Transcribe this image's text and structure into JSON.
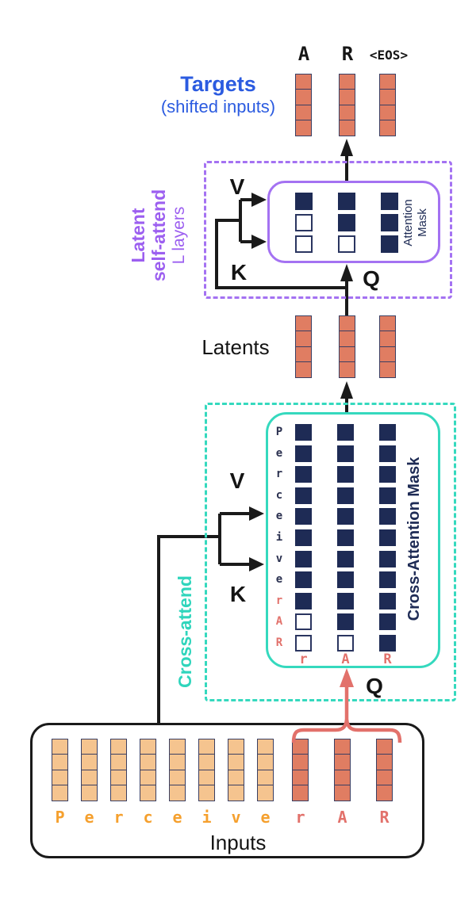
{
  "colors": {
    "blue_text": "#2B5BE0",
    "purple": "#A472F2",
    "purple_text": "#9C5FF0",
    "teal": "#35D9BE",
    "navy_mask": "#1E2B55",
    "salmon_token": "#E07D62",
    "peach_token": "#F5C48F",
    "red_accent": "#E2716B",
    "orange_letters": "#F5A02E",
    "black": "#1A1A1A"
  },
  "targets": {
    "title": "Targets",
    "subtitle": "(shifted inputs)",
    "token_labels": [
      "A",
      "R",
      "<EOS>"
    ],
    "num_token_columns": 3,
    "cells_per_token": 4
  },
  "latent_block": {
    "side_label_line1": "Latent",
    "side_label_line2": "self-attend",
    "side_label_line3": "L layers",
    "v_label": "V",
    "k_label": "K",
    "q_label": "Q",
    "mask_label_line1": "Attention",
    "mask_label_line2": "Mask",
    "mask_rows": [
      [
        1,
        1,
        1
      ],
      [
        0,
        1,
        1
      ],
      [
        0,
        0,
        1
      ]
    ]
  },
  "latents": {
    "label": "Latents",
    "num_token_columns": 3,
    "cells_per_token": 4
  },
  "cross_block": {
    "side_label": "Cross-attend",
    "v_label": "V",
    "k_label": "K",
    "q_label": "Q",
    "mask_label": "Cross-Attention Mask",
    "row_labels": [
      "P",
      "e",
      "r",
      "c",
      "e",
      "i",
      "v",
      "e",
      "r",
      "A",
      "R"
    ],
    "row_label_colors": [
      "dark",
      "dark",
      "dark",
      "dark",
      "dark",
      "dark",
      "dark",
      "dark",
      "red",
      "red",
      "red"
    ],
    "col_labels": [
      "r",
      "A",
      "R"
    ],
    "mask_rows": [
      [
        1,
        1,
        1
      ],
      [
        1,
        1,
        1
      ],
      [
        1,
        1,
        1
      ],
      [
        1,
        1,
        1
      ],
      [
        1,
        1,
        1
      ],
      [
        1,
        1,
        1
      ],
      [
        1,
        1,
        1
      ],
      [
        1,
        1,
        1
      ],
      [
        1,
        1,
        1
      ],
      [
        0,
        1,
        1
      ],
      [
        0,
        0,
        1
      ]
    ]
  },
  "inputs": {
    "label": "Inputs",
    "tokens": [
      {
        "char": "P",
        "type": "context"
      },
      {
        "char": "e",
        "type": "context"
      },
      {
        "char": "r",
        "type": "context"
      },
      {
        "char": "c",
        "type": "context"
      },
      {
        "char": "e",
        "type": "context"
      },
      {
        "char": "i",
        "type": "context"
      },
      {
        "char": "v",
        "type": "context"
      },
      {
        "char": "e",
        "type": "context"
      },
      {
        "char": "r",
        "type": "latent"
      },
      {
        "char": "A",
        "type": "latent"
      },
      {
        "char": "R",
        "type": "latent"
      }
    ]
  }
}
